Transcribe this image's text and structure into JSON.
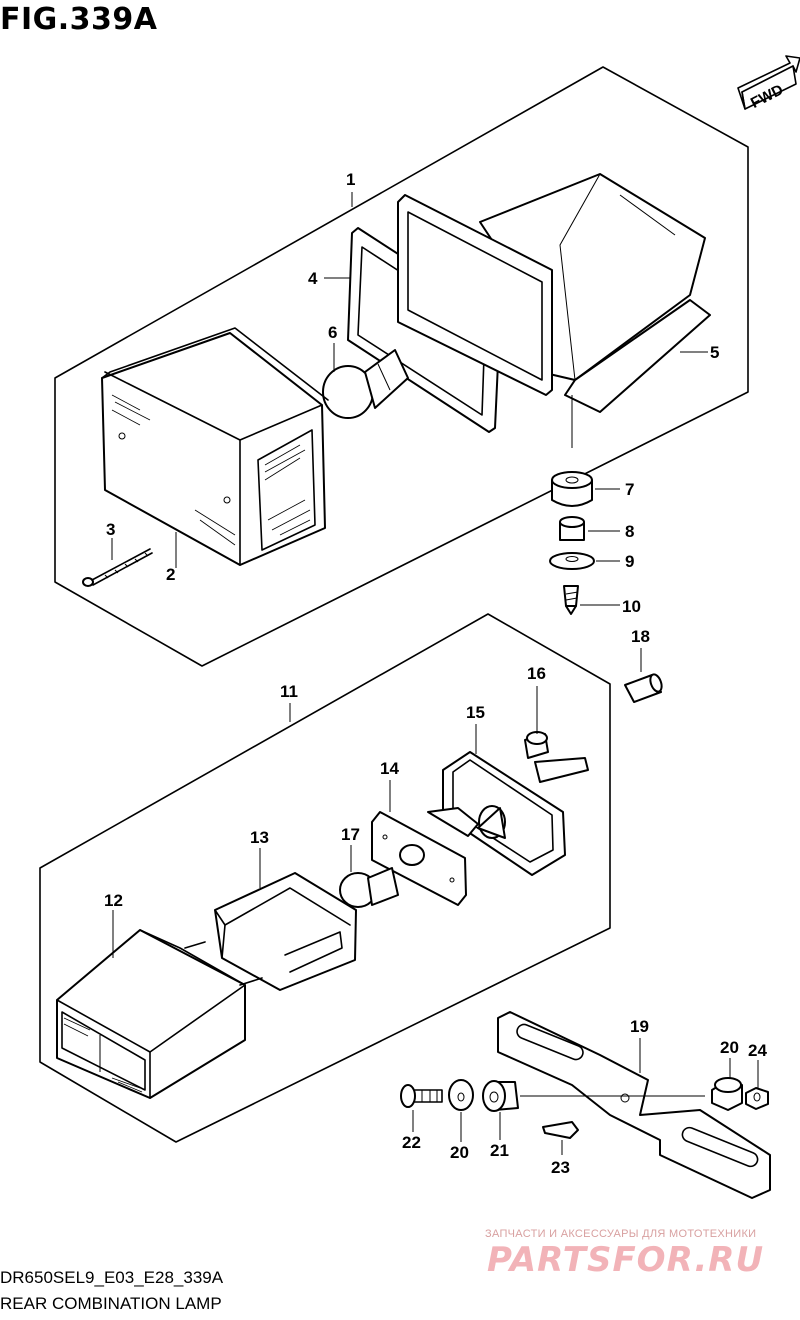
{
  "figure": {
    "title": "FIG.339A",
    "code": "DR650SEL9_E03_E28_339A",
    "caption": "REAR COMBINATION LAMP"
  },
  "fwd_label": "FWD",
  "callouts": {
    "c1": "1",
    "c2": "2",
    "c3": "3",
    "c4": "4",
    "c5": "5",
    "c6": "6",
    "c7": "7",
    "c8": "8",
    "c9": "9",
    "c10": "10",
    "c11": "11",
    "c12": "12",
    "c13": "13",
    "c14": "14",
    "c15": "15",
    "c16": "16",
    "c17": "17",
    "c18": "18",
    "c19": "19",
    "c20a": "20",
    "c20b": "20",
    "c21": "21",
    "c22": "22",
    "c23": "23",
    "c24": "24"
  },
  "watermark": {
    "tagline": "ЗАПЧАСТИ И АКСЕССУАРЫ ДЛЯ МОТОТЕХНИКИ",
    "brand": "PARTSFOR.RU"
  },
  "colors": {
    "ink": "#000000",
    "watermark": "#f2b3b8"
  }
}
